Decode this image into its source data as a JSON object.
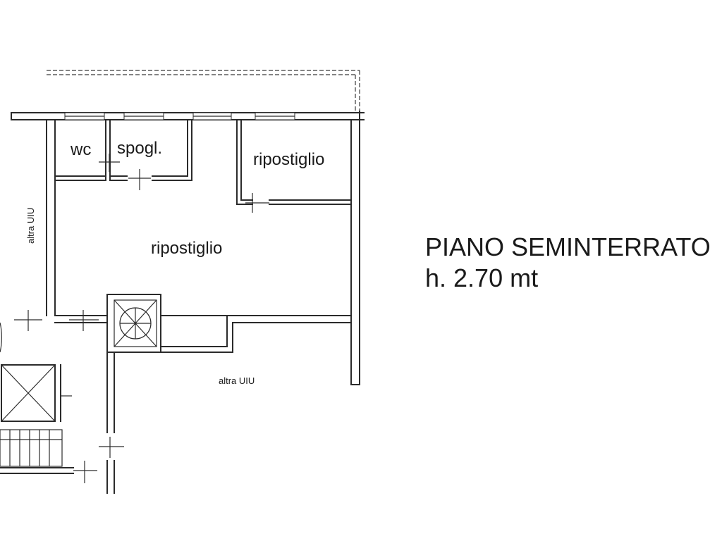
{
  "rooms": {
    "wc": "wc",
    "spogliatoio": "spogl.",
    "ripostiglio_small": "ripostiglio",
    "ripostiglio_main": "ripostiglio"
  },
  "neighbors": {
    "left": "altra UIU",
    "bottom": "altra UIU"
  },
  "floor_title": "PIANO SEMINTERRATO",
  "floor_height": "h. 2.70 mt"
}
